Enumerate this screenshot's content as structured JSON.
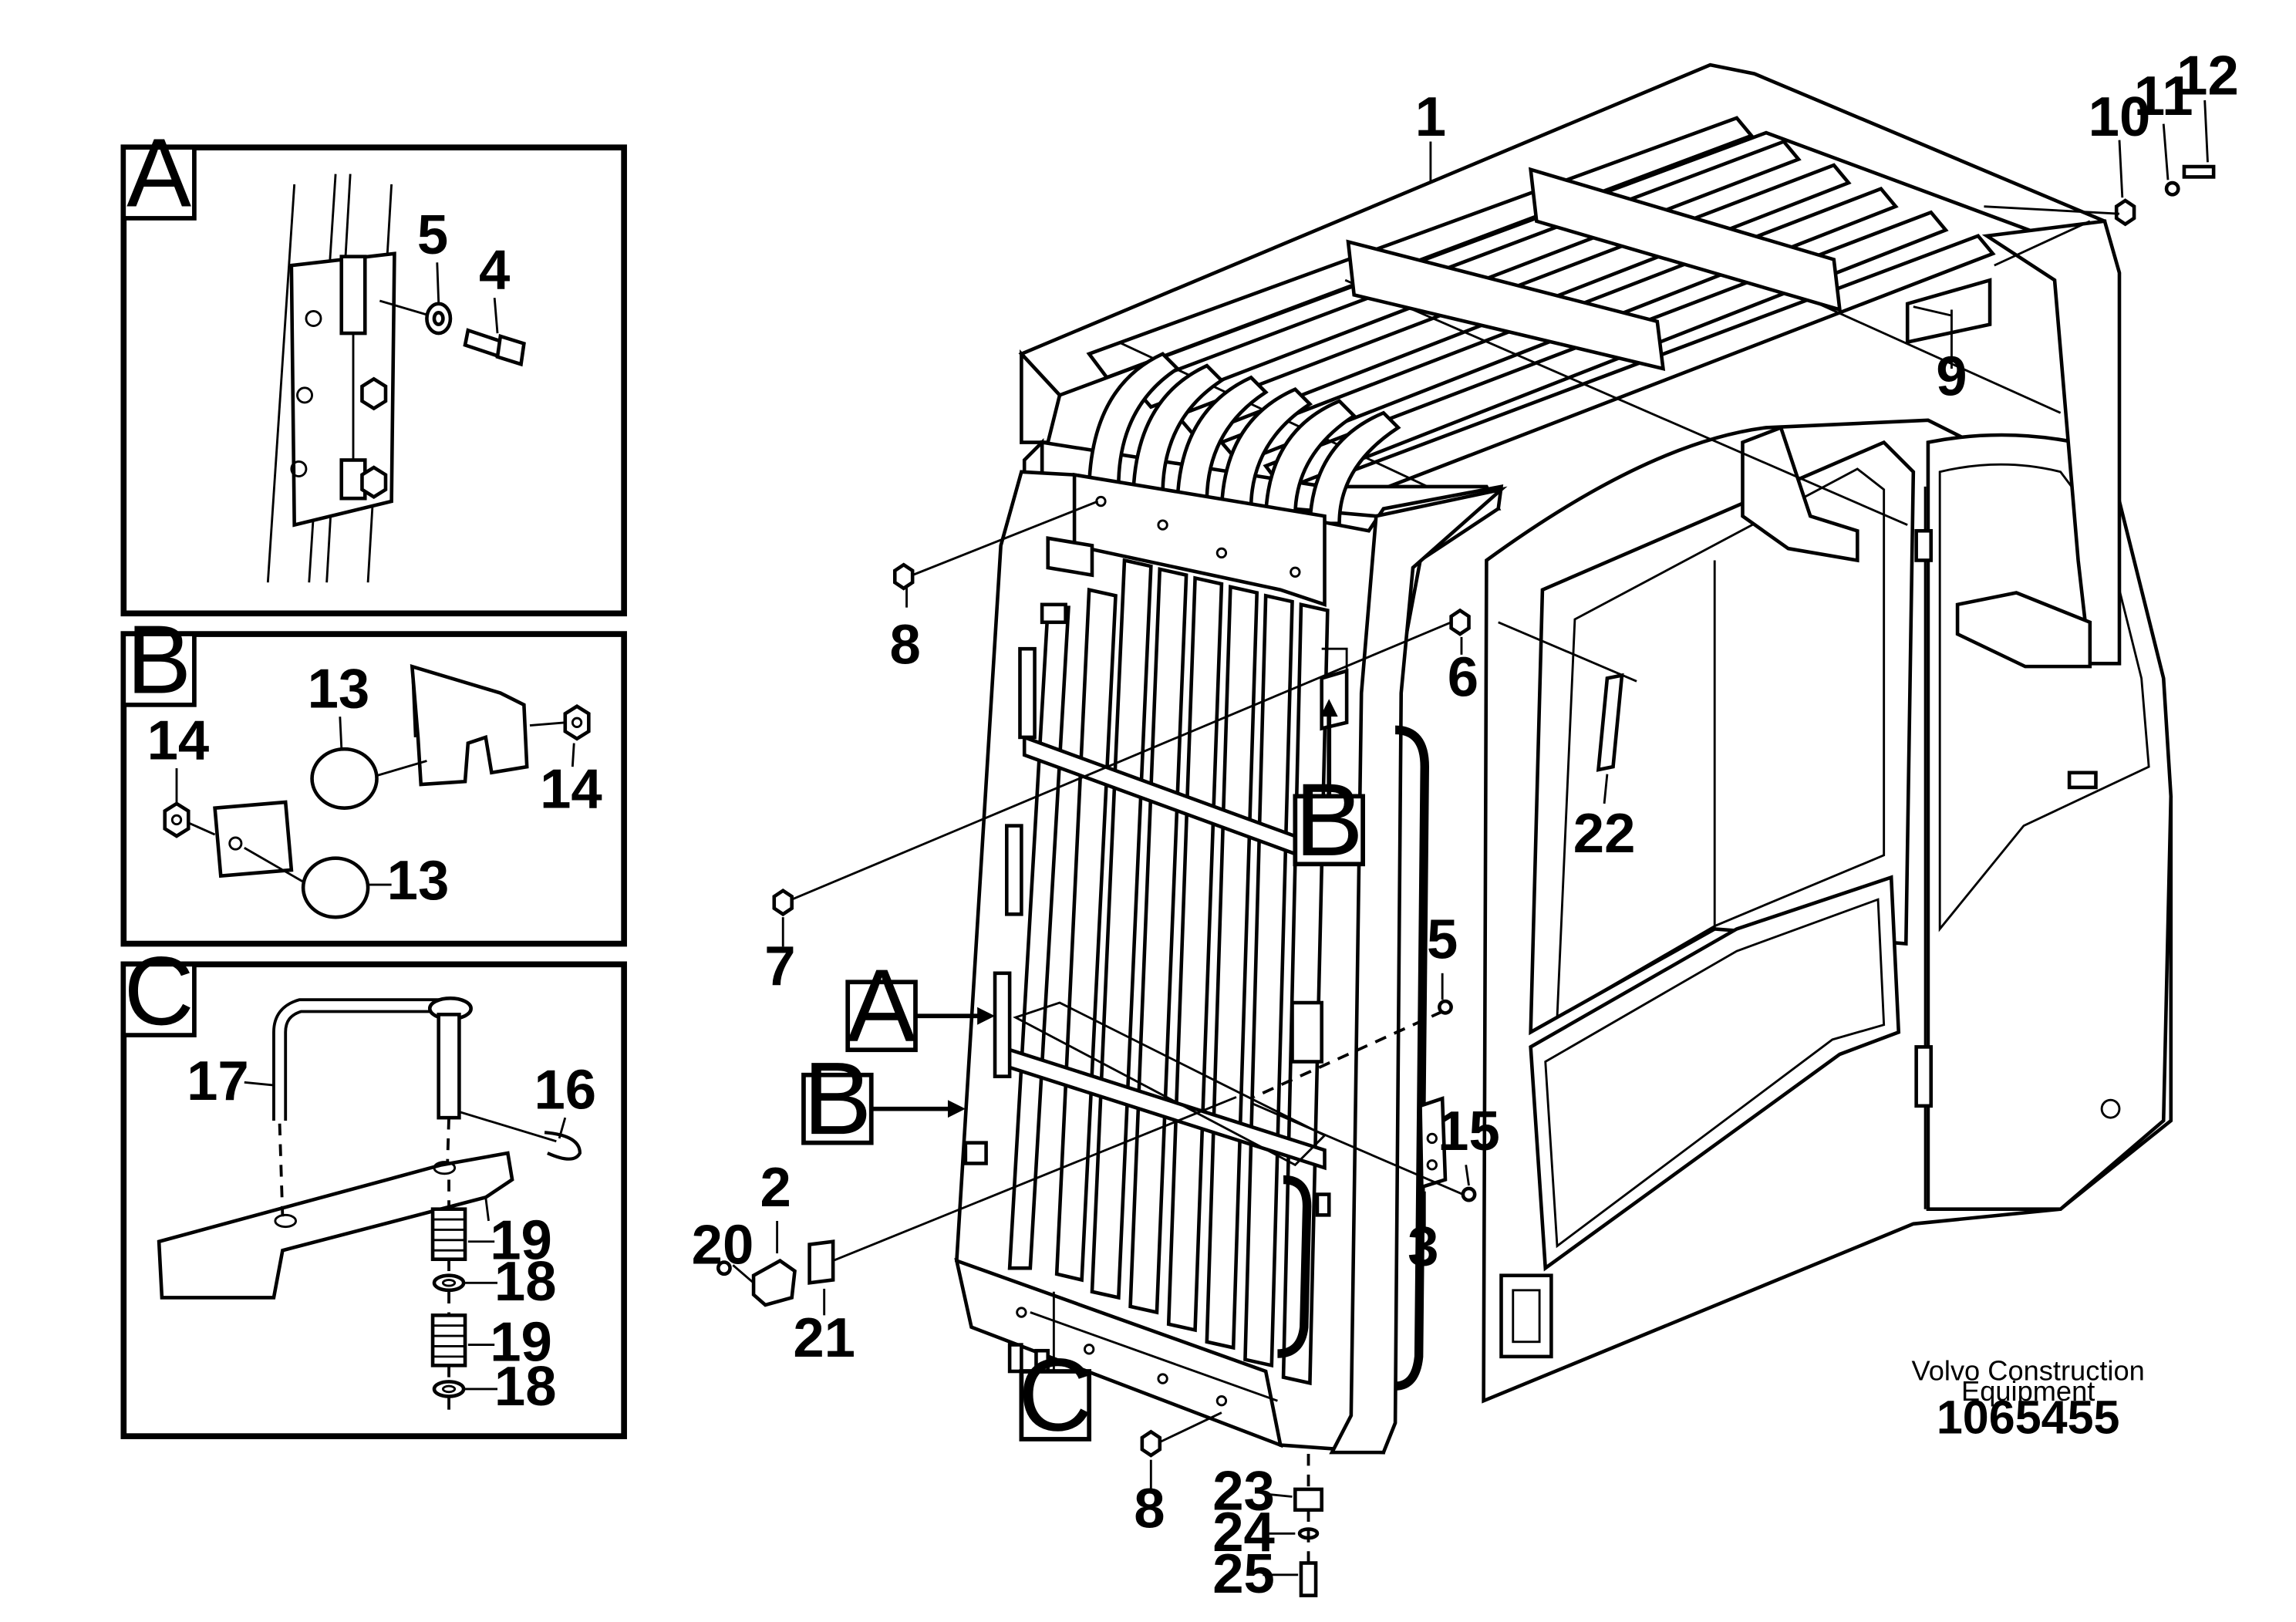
{
  "details": [
    {
      "letter": "A",
      "parts": [
        "5",
        "4"
      ]
    },
    {
      "letter": "B",
      "parts": [
        "13",
        "14",
        "14",
        "13"
      ]
    },
    {
      "letter": "C",
      "parts": [
        "17",
        "16",
        "19",
        "18",
        "19",
        "18"
      ]
    }
  ],
  "main_labels": [
    "1",
    "10",
    "11",
    "12",
    "9",
    "8",
    "6",
    "22",
    "7",
    "5",
    "15",
    "3",
    "2",
    "20",
    "21",
    "8",
    "23",
    "24",
    "25"
  ],
  "callouts": [
    "B",
    "A",
    "B",
    "C"
  ],
  "reference": {
    "company_line1": "Volvo Construction",
    "company_line2": "Equipment",
    "drawing_number": "1065455"
  }
}
